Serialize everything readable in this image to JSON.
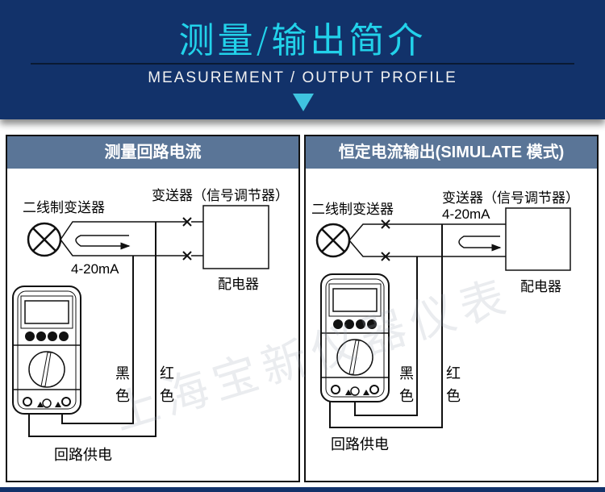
{
  "header": {
    "title": "测量/输出简介",
    "subtitle": "MEASUREMENT / OUTPUT PROFILE"
  },
  "panels": [
    {
      "title": "测量回路电流",
      "transmitter": "二线制变送器",
      "conditioner": "变送器（信号调节器）",
      "current": "4-20mA",
      "distributor": "配电器",
      "black": [
        "黑",
        "色"
      ],
      "red": [
        "红",
        "色"
      ],
      "loop_power": "回路供电"
    },
    {
      "title": "恒定电流输出(SIMULATE 模式)",
      "transmitter": "二线制变送器",
      "conditioner": "变送器（信号调节器）",
      "current": "4-20mA",
      "distributor": "配电器",
      "black": [
        "黑",
        "色"
      ],
      "red": [
        "红",
        "色"
      ],
      "loop_power": "回路供电"
    }
  ],
  "watermark": "上海宝新仪器仪表",
  "colors": {
    "navy": "#12326a",
    "cyan": "#22d2ea",
    "panel_header": "#5a7597"
  }
}
